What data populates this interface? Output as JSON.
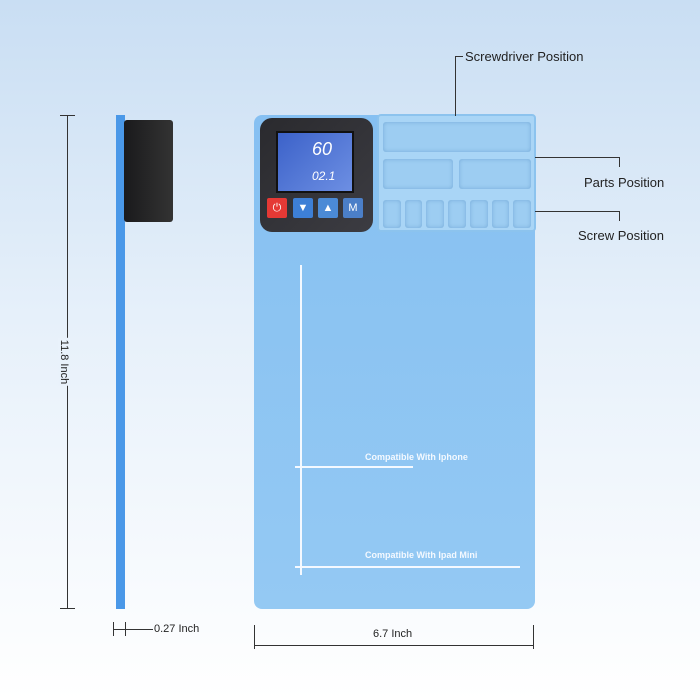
{
  "labels": {
    "screwdriver": "Screwdriver Position",
    "parts": "Parts Position",
    "screw": "Screw Position"
  },
  "dimensions": {
    "height": "11.8 Inch",
    "thickness": "0.27 Inch",
    "width": "6.7 Inch"
  },
  "zones": {
    "iphone": "Compatible With Iphone",
    "ipad": "Compatible With Ipad Mini"
  },
  "display": {
    "temp": "60",
    "time": "02.1"
  },
  "buttons": {
    "power": "⏻",
    "down": "▼",
    "up": "▲",
    "mode": "M"
  },
  "colors": {
    "pad": "#8cc4f2",
    "controller": "#2e2e33",
    "power": "#e53935"
  }
}
